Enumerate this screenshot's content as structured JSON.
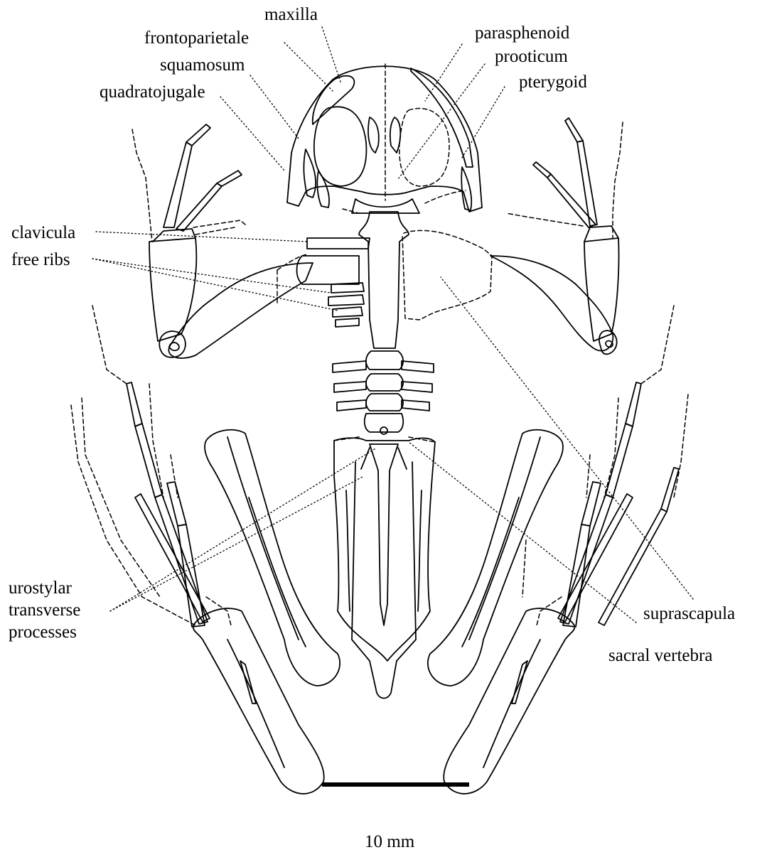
{
  "labels": {
    "maxilla": "maxilla",
    "frontoparietale": "frontoparietale",
    "squamosum": "squamosum",
    "quadratojugale": "quadratojugale",
    "parasphenoid": "parasphenoid",
    "prooticum": "prooticum",
    "pterygoid": "pterygoid",
    "clavicula": "clavicula",
    "free_ribs": "free ribs",
    "urostylar_transverse_processes": [
      "urostylar",
      "transverse",
      "processes"
    ],
    "suprascapula": "suprascapula",
    "sacral_vertebra": "sacral vertebra"
  },
  "scale_bar": {
    "label": "10 mm"
  }
}
